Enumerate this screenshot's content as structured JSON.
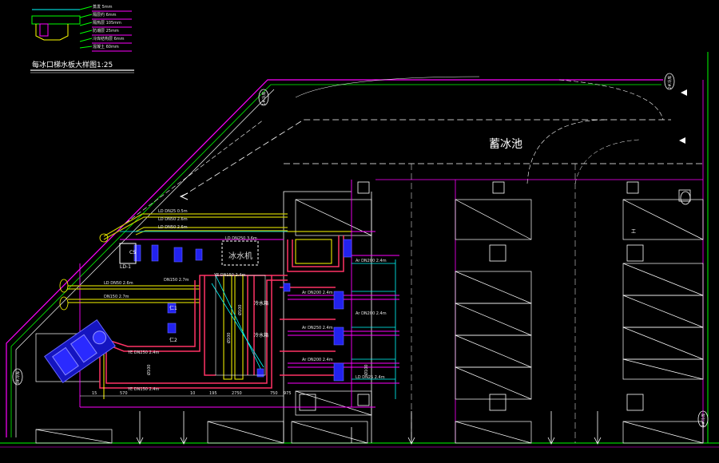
{
  "title_block": {
    "title": "每冰口梯水板大样图1:25",
    "legend_lines": [
      "蒸发 5mm",
      "隔层约 6mm",
      "隔热层 105mm",
      "防潮层 25mm",
      "冷库结构层 6mm",
      "混凝土 60mm"
    ]
  },
  "zones": {
    "ice_pool": "蓄冰池",
    "machine_room_box": "冰水机",
    "machine_side_label": "LD-1",
    "pump_a": "仁1",
    "pump_b": "仁2",
    "tank_label_1": "冷水箱",
    "tank_label_2": "冷水箱",
    "equip_left": "CS",
    "room_right": "工"
  },
  "pipe_labels": [
    {
      "text": "LD DN25 0.5m"
    },
    {
      "text": "LD DN50 2.6m"
    },
    {
      "text": "LD DN50 2.6m"
    },
    {
      "text": "LD DN50 2.6m"
    },
    {
      "text": "LD DN250 3.6m"
    },
    {
      "text": "YE DN150 2.4m"
    },
    {
      "text": "DN150 2.7m"
    },
    {
      "text": "DN150 2.7m"
    },
    {
      "text": "YE DN250 2.4m"
    },
    {
      "text": "Ar DN200 2.4m"
    },
    {
      "text": "Ar DN250 2.4m"
    },
    {
      "text": "Ar DN200 2.4m"
    },
    {
      "text": "Ar DN200 2.4m"
    },
    {
      "text": "Ar DN200 2.4m"
    },
    {
      "text": "YE DN150 2.4m"
    },
    {
      "text": "LD DN25 2.4m"
    }
  ],
  "dimensions": [
    "15",
    "570",
    "10",
    "195",
    "2750",
    "750",
    "975"
  ],
  "riser_labels": [
    "Ø100",
    "Ø100",
    "Ø100",
    "Ø100"
  ],
  "markers": [
    "1#冷库",
    "2#冷库",
    "3#冷库",
    "4#冷库"
  ],
  "colors": {
    "background": "#000000",
    "wall": "#ffffff",
    "magenta": "#ff00ff",
    "pipe_red": "#ff3366",
    "pipe_yellow": "#ffff00",
    "cyan": "#00ffff",
    "green": "#00ff00",
    "blue": "#3333ff"
  }
}
